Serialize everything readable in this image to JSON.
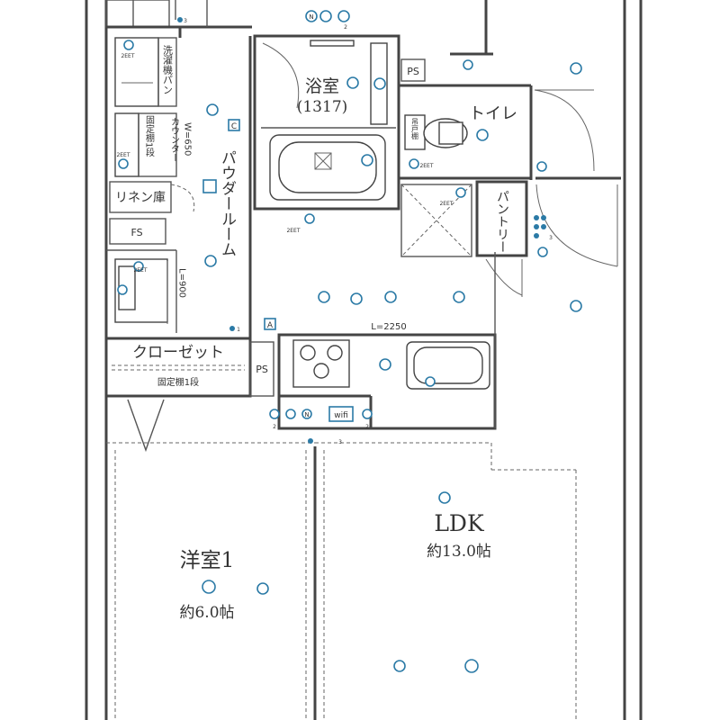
{
  "rooms": {
    "bath": "浴室",
    "bath_code": "(1317)",
    "toilet": "トイレ",
    "pantry": "パントリー",
    "powder": "パウダールーム",
    "linen": "リネン庫",
    "closet": "クローゼット",
    "closet_shelf": "固定棚1段",
    "western1": "洋室1",
    "western1_size": "約6.0帖",
    "ldk": "LDK",
    "ldk_size": "約13.0帖"
  },
  "labels": {
    "ps1": "PS",
    "ps2": "PS",
    "fs": "FS",
    "washer_pan": "洗濯機パン",
    "counter": "カウンター",
    "counter_width": "W=650",
    "fixed_shelf": "固定棚1段",
    "l900": "L=900",
    "l2250": "L=2250",
    "wifi": "wifi",
    "cabinet": "吊戸棚",
    "c_symbol": "C",
    "a_symbol": "A"
  },
  "tags": {
    "two_et": "2EET",
    "one": "1",
    "two": "2",
    "three": "3",
    "n": "N"
  },
  "colors": {
    "wall": "#444444",
    "electric_symbol": "#2b7aa6"
  }
}
